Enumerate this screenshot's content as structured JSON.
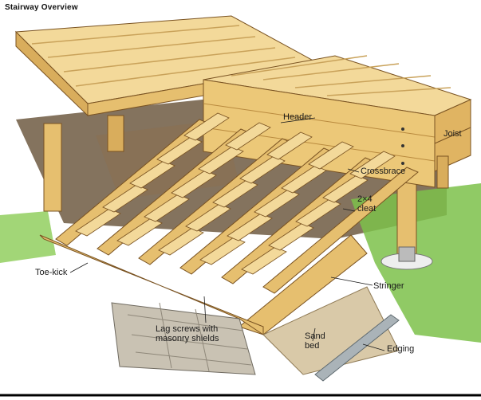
{
  "title": "Stairway Overview",
  "labels": {
    "header": "Header",
    "joist": "Joist",
    "crossbrace": "Crossbrace",
    "cleat": "2×4\ncleat",
    "toe_kick": "Toe-kick",
    "stringer": "Stringer",
    "lag_screws": "Lag screws with\nmasonry shields",
    "sand_bed": "Sand\nbed",
    "edging": "Edging"
  },
  "colors": {
    "wood_light": "#f3d99a",
    "wood_mid": "#e6bf6f",
    "wood_dark": "#b98a3e",
    "outline": "#7a5322",
    "shadow": "#5b4630",
    "grass": "#7cc14a",
    "pavers": "#c9c2b3",
    "sand": "#d9c9a8"
  }
}
